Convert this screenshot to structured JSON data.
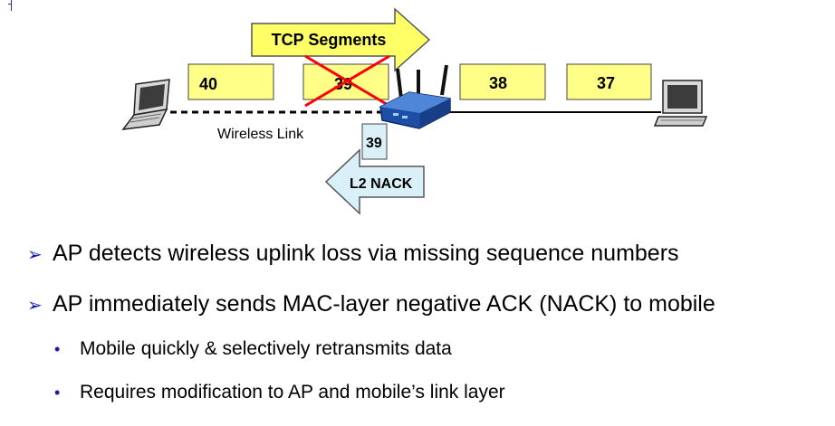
{
  "diagram": {
    "tcp_arrow_label": "TCP Segments",
    "segments_left": [
      "40",
      "39"
    ],
    "segments_right": [
      "38",
      "37"
    ],
    "retransmit_segment": "39",
    "nack_arrow_label": "L2 NACK",
    "link_label": "Wireless Link",
    "colors": {
      "arrow_fill": "#ffff66",
      "segment_fill": "#ffff88",
      "nack_fill": "#d9f0f8",
      "retransmit_fill": "#d9f0f8",
      "cross": "#ff0000",
      "router": "#1d4fa8"
    },
    "icons": [
      "laptop-icon",
      "router-icon",
      "computer-icon"
    ]
  },
  "bullets": [
    {
      "level": 1,
      "marker": "➢",
      "text": "AP detects wireless uplink loss via missing sequence numbers"
    },
    {
      "level": 1,
      "marker": "➢",
      "text": "AP immediately sends MAC-layer negative ACK (NACK) to mobile"
    },
    {
      "level": 2,
      "marker": "•",
      "text": "Mobile quickly & selectively retransmits data"
    },
    {
      "level": 2,
      "marker": "•",
      "text": "Requires modification to AP and mobile’s link layer"
    }
  ]
}
